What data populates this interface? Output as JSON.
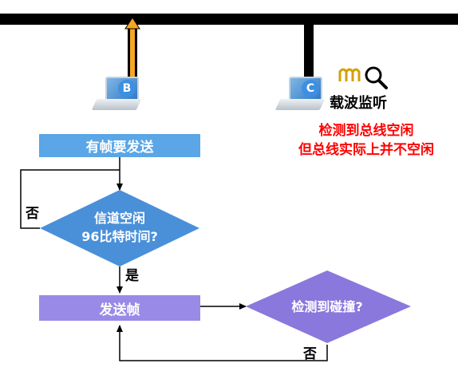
{
  "station_b": {
    "badge": "B"
  },
  "station_c": {
    "badge": "C",
    "label": "载波监听"
  },
  "warning": {
    "line1": "检测到总线空闲",
    "line2": "但总线实际上并不空闲"
  },
  "flow": {
    "start": "有帧要发送",
    "decision1_line1": "信道空闲",
    "decision1_line2": "96比特时间?",
    "no_label_1": "否",
    "yes_label": "是",
    "send": "发送帧",
    "decision2": "检测到碰撞?",
    "no_label_2": "否"
  },
  "colors": {
    "blue_box": "#5aa6e6",
    "decision1": "#4a90d9",
    "purple_box": "#9a8ae8",
    "decision2": "#8a78dc",
    "signal_arrow": "#f5a623",
    "warning_text": "#ff0000"
  },
  "icons": [
    "laptop-b-icon",
    "laptop-c-icon",
    "carrier-wave-icon",
    "magnifier-icon",
    "signal-up-arrow-icon"
  ]
}
